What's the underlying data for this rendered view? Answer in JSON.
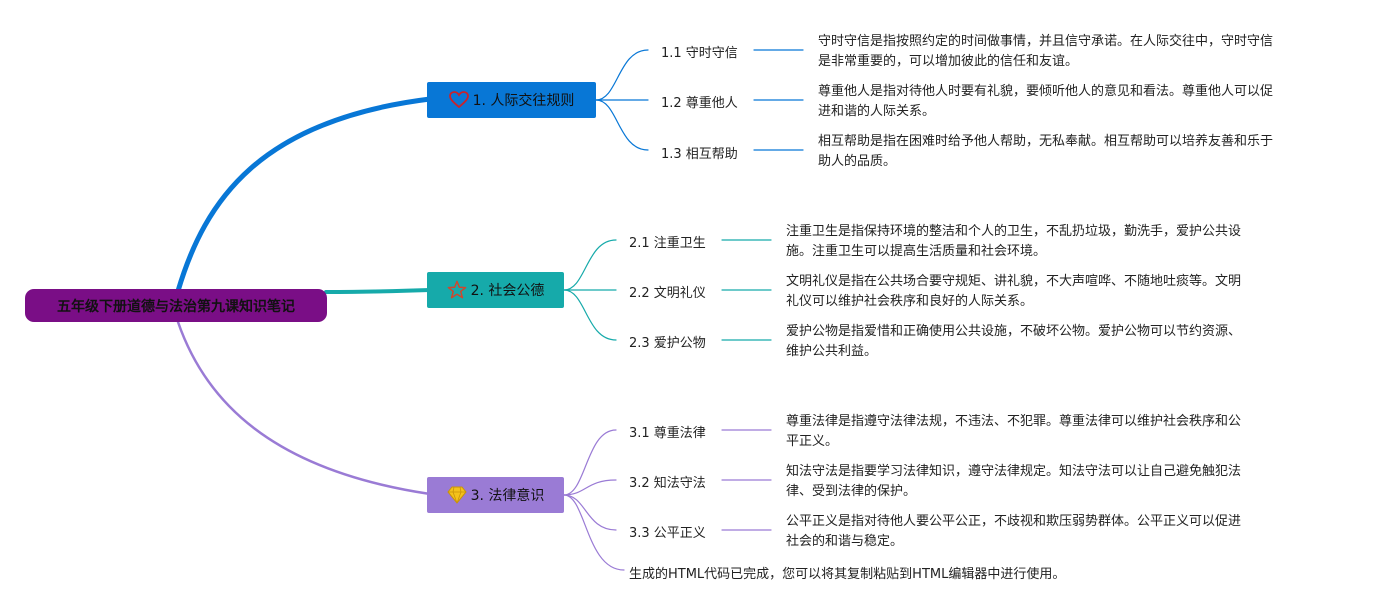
{
  "root": {
    "title": "五年级下册道德与法治第九课知识笔记"
  },
  "colors": {
    "root": "#7a0e86",
    "topic1": "#0877d6",
    "topic2": "#16aaaa",
    "topic3": "#9a7bd5"
  },
  "topics": [
    {
      "icon": "heart-icon",
      "label": "1. 人际交往规则",
      "subs": [
        {
          "label": "1.1 守时守信",
          "desc": [
            "守时守信是指按照约定的时间做事情，并且信守承诺。在人际交往中，守时守信",
            "是非常重要的，可以增加彼此的信任和友谊。"
          ]
        },
        {
          "label": "1.2 尊重他人",
          "desc": [
            "尊重他人是指对待他人时要有礼貌，要倾听他人的意见和看法。尊重他人可以促",
            "进和谐的人际关系。"
          ]
        },
        {
          "label": "1.3 相互帮助",
          "desc": [
            "相互帮助是指在困难时给予他人帮助，无私奉献。相互帮助可以培养友善和乐于",
            "助人的品质。"
          ]
        }
      ]
    },
    {
      "icon": "star-icon",
      "label": "2. 社会公德",
      "subs": [
        {
          "label": "2.1 注重卫生",
          "desc": [
            "注重卫生是指保持环境的整洁和个人的卫生，不乱扔垃圾，勤洗手，爱护公共设",
            "施。注重卫生可以提高生活质量和社会环境。"
          ]
        },
        {
          "label": "2.2 文明礼仪",
          "desc": [
            "文明礼仪是指在公共场合要守规矩、讲礼貌，不大声喧哗、不随地吐痰等。文明",
            "礼仪可以维护社会秩序和良好的人际关系。"
          ]
        },
        {
          "label": "2.3 爱护公物",
          "desc": [
            "爱护公物是指爱惜和正确使用公共设施，不破坏公物。爱护公物可以节约资源、",
            "维护公共利益。"
          ]
        }
      ]
    },
    {
      "icon": "diamond-icon",
      "label": "3. 法律意识",
      "subs": [
        {
          "label": "3.1 尊重法律",
          "desc": [
            "尊重法律是指遵守法律法规，不违法、不犯罪。尊重法律可以维护社会秩序和公",
            "平正义。"
          ]
        },
        {
          "label": "3.2 知法守法",
          "desc": [
            "知法守法是指要学习法律知识，遵守法律规定。知法守法可以让自己避免触犯法",
            "律、受到法律的保护。"
          ]
        },
        {
          "label": "3.3 公平正义",
          "desc": [
            "公平正义是指对待他人要公平公正，不歧视和欺压弱势群体。公平正义可以促进",
            "社会的和谐与稳定。"
          ]
        }
      ]
    }
  ],
  "note": "生成的HTML代码已完成，您可以将其复制粘贴到HTML编辑器中进行使用。"
}
